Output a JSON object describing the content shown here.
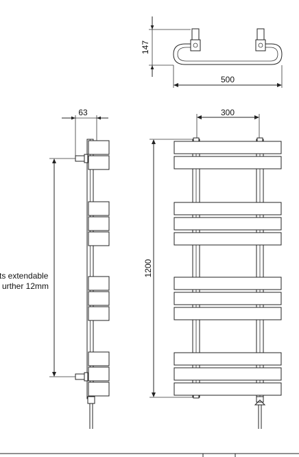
{
  "dimensions": {
    "top_depth": "147",
    "top_width": "500",
    "side_depth": "63",
    "front_centres": "300",
    "front_height": "1200"
  },
  "note": {
    "line1": "ts extendable",
    "line2": "urther 12mm"
  }
}
